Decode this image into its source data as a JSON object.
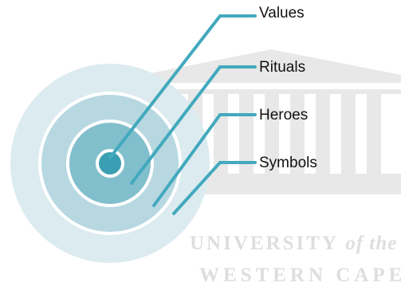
{
  "diagram": {
    "layers": [
      {
        "label": "Values"
      },
      {
        "label": "Rituals"
      },
      {
        "label": "Heroes"
      },
      {
        "label": "Symbols"
      }
    ],
    "colors": {
      "outer_ring": "#dcebf0",
      "middle_ring": "#b7d8e1",
      "inner_ring": "#82bfcd",
      "core": "#3a9fb3",
      "leader_line": "#43a9bd",
      "ring_border": "#ffffff",
      "label_text": "#111111"
    }
  },
  "watermark": {
    "line1_main": "UNIVERSITY",
    "line1_italic": "of the",
    "line2": "WESTERN CAPE",
    "color": "#dedede",
    "emblem": "university-building-emblem"
  }
}
